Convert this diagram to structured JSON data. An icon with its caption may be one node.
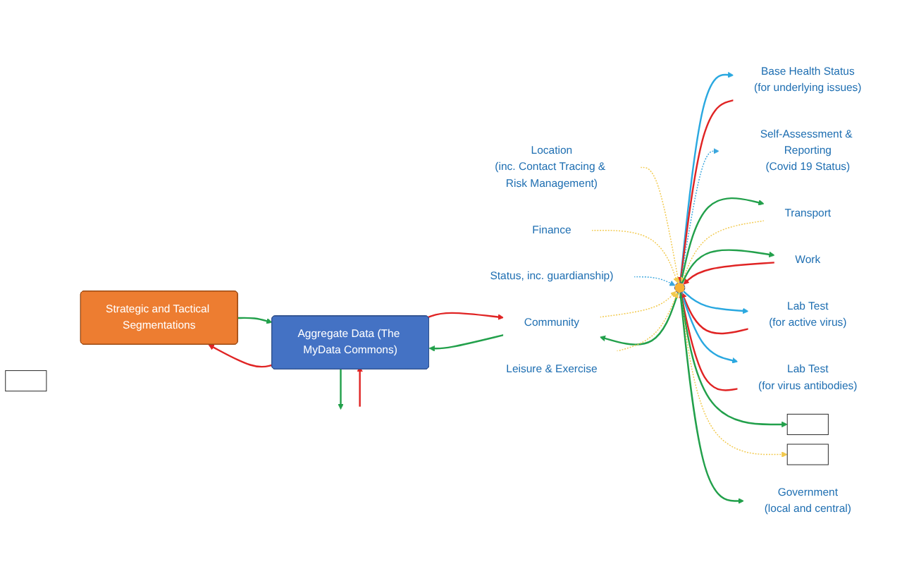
{
  "diagram": {
    "nodes": [
      {
        "text": [
          "Strategic and Tactical Segmentations"
        ]
      },
      {
        "text": [
          "Aggregate Data (The MyData Commons)"
        ]
      },
      {
        "text": [],
        "shape": "box"
      },
      {
        "text": [
          "Location",
          "(inc. Contact Tracing & Risk Management)"
        ]
      },
      {
        "text": [
          "Finance"
        ]
      },
      {
        "text": [
          "Status, inc. guardianship)"
        ]
      },
      {
        "text": [
          "Base Health Status",
          "(for underlying issues)"
        ]
      },
      {
        "text": [
          "Self-Assessment & Reporting",
          "(Covid 19 Status)"
        ]
      },
      {
        "text": [
          "Transport"
        ]
      },
      {
        "text": [],
        "shape": "person"
      },
      {
        "text": [
          "Lab Test",
          "(for active virus)"
        ]
      },
      {
        "text": [
          "Work"
        ]
      },
      {
        "text": [
          "Lab Test",
          "(for virus antibodies)"
        ]
      },
      {
        "text": [
          "Community"
        ]
      },
      {
        "text": [
          "Leisure & Exercise"
        ]
      },
      {
        "text": [],
        "shape": "box"
      },
      {
        "text": [],
        "shape": "box"
      },
      {
        "text": [
          "Government",
          "(local and central)"
        ]
      }
    ],
    "edges": [
      {
        "from": 1,
        "to": 0,
        "arrow": "to",
        "color": "#e02424"
      },
      {
        "from": 0,
        "to": 1,
        "arrow": "to",
        "color": "#22a04b"
      },
      {
        "from": null,
        "to": 1,
        "arrow": "to",
        "color": "#e02424"
      },
      {
        "from": 1,
        "to": null,
        "arrow": "to",
        "color": "#22a04b"
      },
      {
        "from": 1,
        "to": 13,
        "arrow": "to",
        "color": "#e02424"
      },
      {
        "from": 13,
        "to": 1,
        "arrow": "to",
        "color": "#22a04b"
      },
      {
        "from": 3,
        "to": 9,
        "arrow": "to",
        "style": "dashed",
        "color": "#f2c94c"
      },
      {
        "from": 4,
        "to": 9,
        "arrow": "to",
        "style": "dashed",
        "color": "#f2c94c"
      },
      {
        "from": 5,
        "to": 9,
        "arrow": "to",
        "style": "dashed",
        "color": "#3aa6dd"
      },
      {
        "from": 9,
        "to": 6,
        "arrow": "to",
        "color": "#2aa8e0"
      },
      {
        "from": 6,
        "to": 9,
        "arrow": "to",
        "color": "#e02424"
      },
      {
        "from": 9,
        "to": 7,
        "arrow": "to",
        "style": "dashed",
        "color": "#3aa6dd"
      },
      {
        "from": 9,
        "to": 8,
        "arrow": "to",
        "color": "#22a04b"
      },
      {
        "from": 8,
        "to": 9,
        "arrow": "to",
        "style": "dashed",
        "color": "#f2c94c"
      },
      {
        "from": 11,
        "to": 9,
        "arrow": "to",
        "color": "#e02424"
      },
      {
        "from": 9,
        "to": 11,
        "arrow": "to",
        "color": "#22a04b"
      },
      {
        "from": 9,
        "to": 10,
        "arrow": "to",
        "color": "#2aa8e0"
      },
      {
        "from": 10,
        "to": 9,
        "arrow": "to",
        "color": "#e02424"
      },
      {
        "from": 9,
        "to": 12,
        "arrow": "to",
        "color": "#2aa8e0"
      },
      {
        "from": 12,
        "to": 9,
        "arrow": "to",
        "color": "#e02424"
      },
      {
        "from": 9,
        "to": 13,
        "arrow": "to",
        "color": "#22a04b"
      },
      {
        "from": 13,
        "to": 9,
        "arrow": "to",
        "style": "dashed",
        "color": "#f2c94c"
      },
      {
        "from": 14,
        "to": 9,
        "arrow": "to",
        "style": "dashed",
        "color": "#f2c94c"
      },
      {
        "from": 9,
        "to": 15,
        "arrow": "to",
        "color": "#22a04b"
      },
      {
        "from": 9,
        "to": 16,
        "arrow": "to",
        "style": "dashed",
        "color": "#f2c94c"
      },
      {
        "from": 9,
        "to": 17,
        "arrow": "to",
        "color": "#22a04b"
      }
    ]
  }
}
